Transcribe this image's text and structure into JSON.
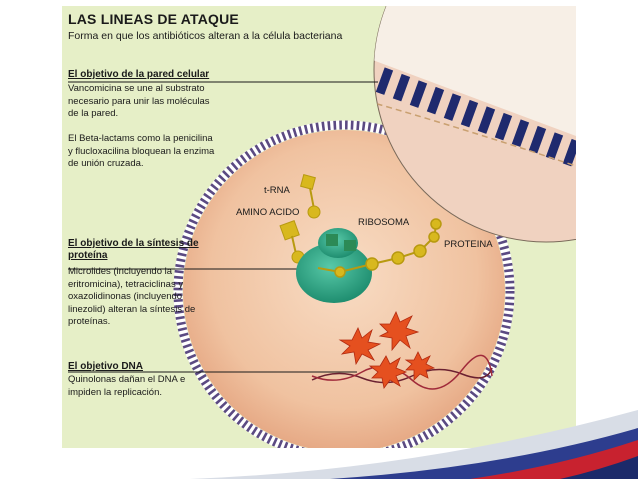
{
  "title": "LAS LINEAS DE ATAQUE",
  "subtitle": "Forma en que los antibióticos alteran a la célula bacteriana",
  "cell_wall_target": {
    "heading": "El objetivo de la pared celular",
    "text1": "Vancomicina se une al substrato necesario para unir las moléculas de la pared.",
    "text2": "El Beta-lactams como la penicilina y flucloxacilina bloquean la enzima de unión cruzada."
  },
  "protein_target": {
    "heading": "El objetivo de la síntesis de proteína",
    "text": "Microlides (incluyendo la eritromicina), tetraciclinas y oxazolidinonas (incluyendo linezolid) alteran la síntesis de proteínas."
  },
  "dna_target": {
    "heading": "El objetivo DNA",
    "text": "Quinolonas dañan el DNA e impiden la replicación."
  },
  "labels": {
    "trna": "t-RNA",
    "amino_acid": "AMINO ACIDO",
    "ribosome": "RIBOSOMA",
    "protein": "PROTEINA"
  },
  "colors": {
    "background": "#e6efc7",
    "cell": "#f2c7a8",
    "cell_wall": "#5b4a82",
    "ribosome": "#2fa887",
    "amino_acid": "#d8b81e",
    "dna_damage": "#e5501f"
  }
}
